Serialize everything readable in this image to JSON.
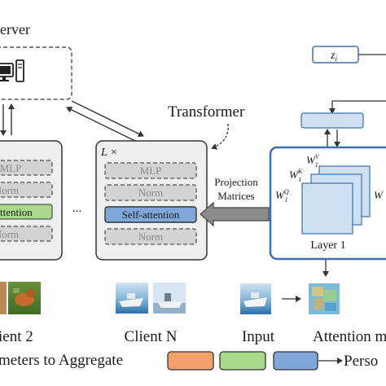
{
  "server": {
    "title": "erver"
  },
  "transformer_label": "Transformer",
  "clients": [
    {
      "blocks": [
        "MLP",
        "Norm",
        "attention",
        "Norm"
      ],
      "name": "ient 2"
    },
    {
      "repeat": "L ×",
      "blocks": [
        "MLP",
        "Norm",
        "Self-attention",
        "Norm"
      ],
      "name": "Client N"
    }
  ],
  "ellipsis": "...",
  "projection_label": [
    "Projection",
    "Matrices"
  ],
  "layer": {
    "name": "Layer 1",
    "z": "z",
    "z_sub": "i",
    "weights": [
      {
        "base": "W",
        "sub": "1",
        "sup": "V"
      },
      {
        "base": "W",
        "sub": "1",
        "sup": "K"
      },
      {
        "base": "W",
        "sub": "1",
        "sup": "Q"
      },
      {
        "base": "W",
        "sub": "",
        "sup": ""
      }
    ]
  },
  "attention_demo": {
    "input_label": "Input",
    "attention_label": "Attention m"
  },
  "legend": {
    "text": "meters to Aggregate",
    "person_text": "Perso",
    "colors": {
      "orange": "#f4a26b",
      "green": "#a9d98a",
      "blue": "#7fa7d8",
      "frame_blue": "#3e6fb0",
      "light_blue": "#cfe0f3"
    }
  }
}
